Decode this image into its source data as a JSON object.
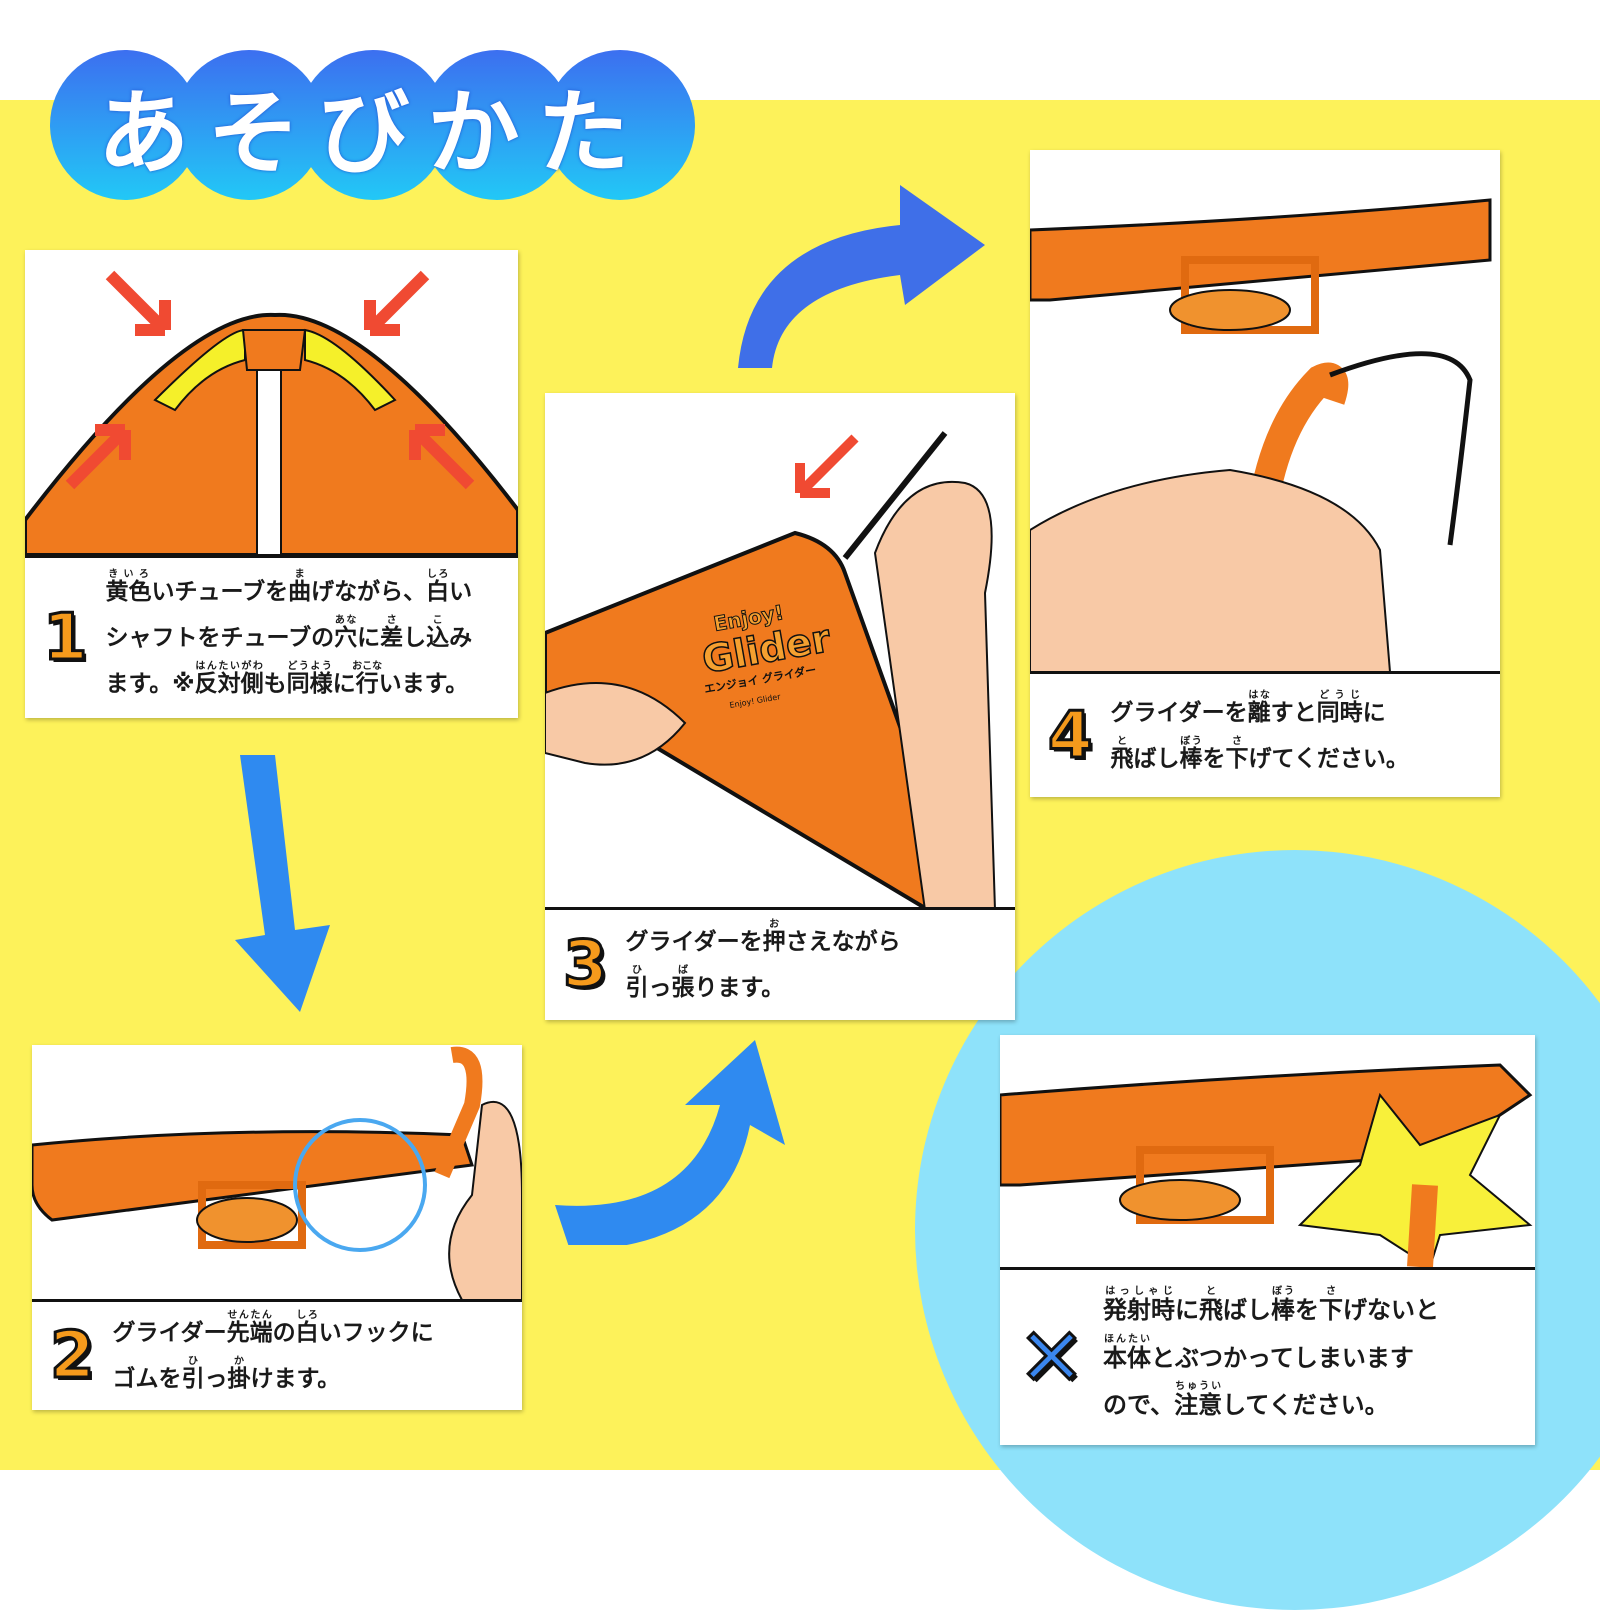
{
  "title": "あそびかた",
  "colors": {
    "yellow": "#fdf25a",
    "orange": "#f07a1e",
    "blue": "#2f8af0",
    "lightblue": "#8ee2fa"
  },
  "steps": [
    {
      "number": "1",
      "lines": [
        [
          [
            "黄色",
            "きいろ"
          ],
          [
            "いチューブを"
          ],
          [
            "曲",
            "ま"
          ],
          [
            "げながら、"
          ],
          [
            "白",
            "しろ"
          ],
          [
            "い"
          ]
        ],
        [
          [
            "シャフトをチューブの"
          ],
          [
            "穴",
            "あな"
          ],
          [
            "に"
          ],
          [
            "差",
            "さ"
          ],
          [
            "し"
          ],
          [
            "込",
            "こ"
          ],
          [
            "み"
          ]
        ],
        [
          [
            "ます。※"
          ],
          [
            "反対側",
            "はんたいがわ"
          ],
          [
            "も"
          ],
          [
            "同様",
            "どうよう"
          ],
          [
            "に"
          ],
          [
            "行",
            "おこな"
          ],
          [
            "います。"
          ]
        ]
      ]
    },
    {
      "number": "2",
      "lines": [
        [
          [
            "グライダー"
          ],
          [
            "先端",
            "せんたん"
          ],
          [
            "の"
          ],
          [
            "白",
            "しろ"
          ],
          [
            "いフックに"
          ]
        ],
        [
          [
            "ゴムを"
          ],
          [
            "引",
            "ひ"
          ],
          [
            "っ"
          ],
          [
            "掛",
            "か"
          ],
          [
            "けます。"
          ]
        ]
      ]
    },
    {
      "number": "3",
      "lines": [
        [
          [
            "グライダーを"
          ],
          [
            "押",
            "お"
          ],
          [
            "さえながら"
          ]
        ],
        [
          [
            "引",
            "ひ"
          ],
          [
            "っ"
          ],
          [
            "張",
            "ば"
          ],
          [
            "ります。"
          ]
        ]
      ]
    },
    {
      "number": "4",
      "lines": [
        [
          [
            "グライダーを"
          ],
          [
            "離",
            "はな"
          ],
          [
            "すと"
          ],
          [
            "同時",
            "どうじ"
          ],
          [
            "に"
          ]
        ],
        [
          [
            "飛",
            "と"
          ],
          [
            "ばし"
          ],
          [
            "棒",
            "ぼう"
          ],
          [
            "を"
          ],
          [
            "下",
            "さ"
          ],
          [
            "げてください。"
          ]
        ]
      ]
    }
  ],
  "warning": {
    "mark": "✕",
    "lines": [
      [
        [
          "発射時",
          "はっしゃじ"
        ],
        [
          "に"
        ],
        [
          "飛",
          "と"
        ],
        [
          "ばし"
        ],
        [
          "棒",
          "ぼう"
        ],
        [
          "を"
        ],
        [
          "下",
          "さ"
        ],
        [
          "げないと"
        ]
      ],
      [
        [
          "本体",
          "ほんたい"
        ],
        [
          "とぶつかってしまいます"
        ]
      ],
      [
        [
          "ので、"
        ],
        [
          "注意",
          "ちゅうい"
        ],
        [
          "してください。"
        ]
      ]
    ]
  },
  "glider_logo": {
    "line1": "Enjoy!",
    "line2": "Glider",
    "line3": "エンジョイ グライダー",
    "line4": "Enjoy! Glider"
  }
}
